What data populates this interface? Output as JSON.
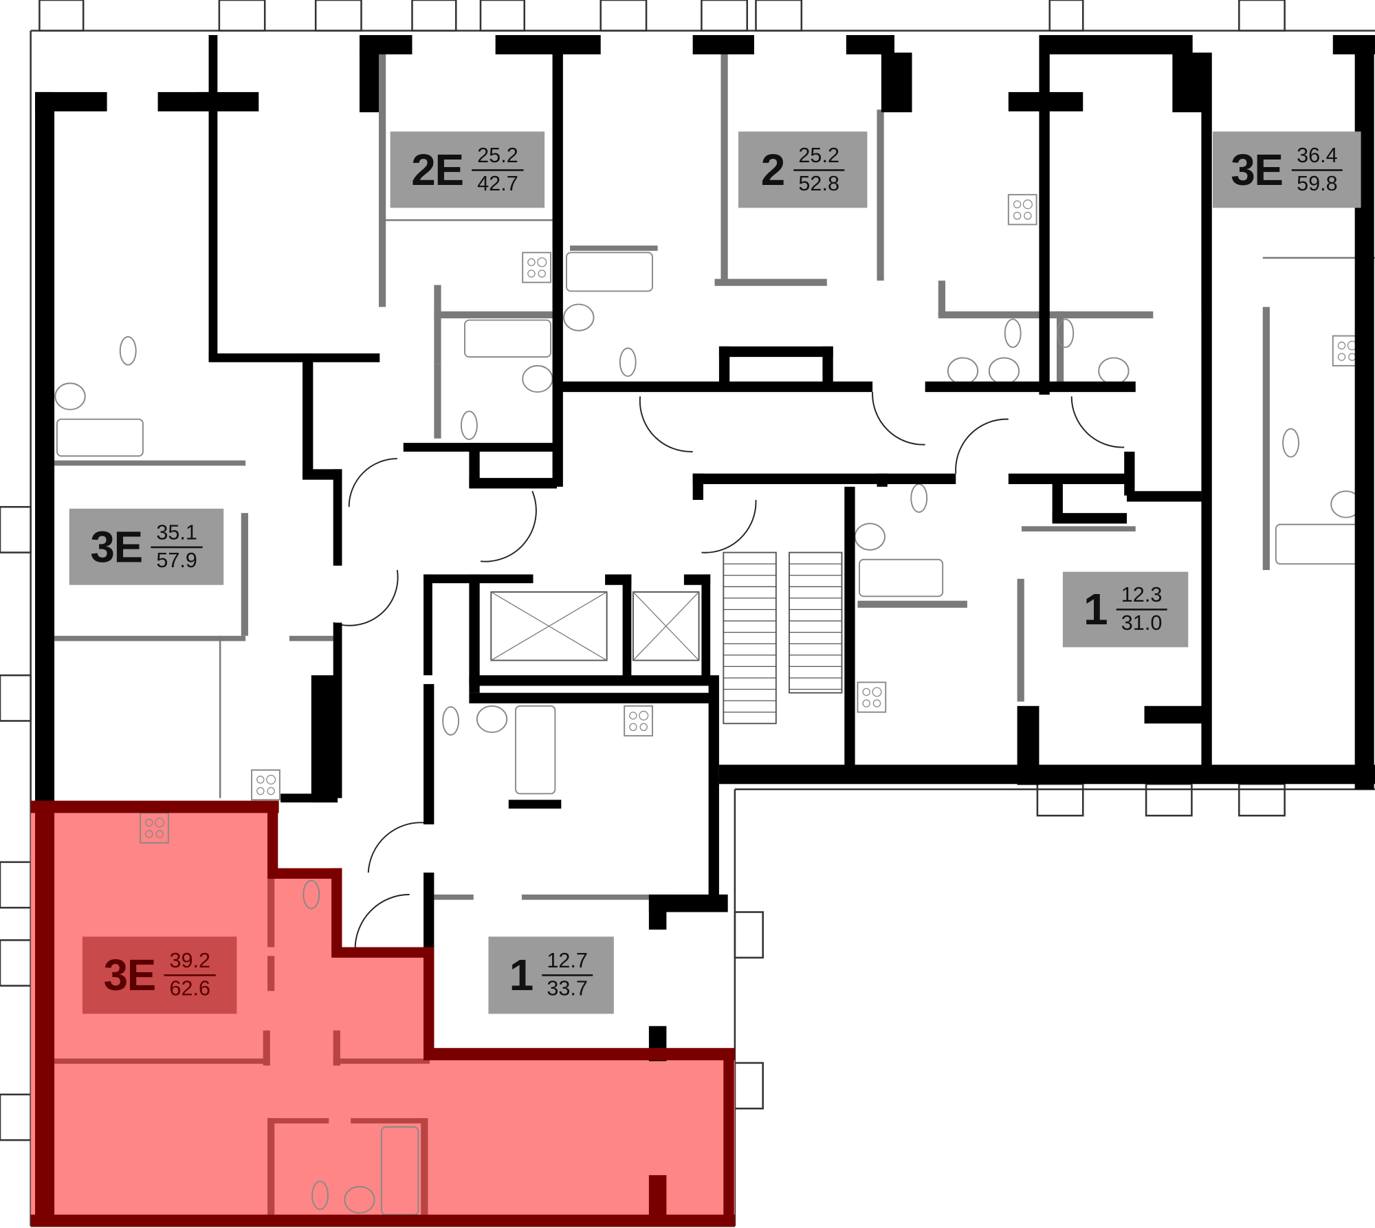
{
  "plan": {
    "colors": {
      "wall": "#000000",
      "partition": "#7a7a7a",
      "label_bg": "#9b9b9b",
      "highlight_fill": "#ff7f7f",
      "highlight_wall": "#7a0000",
      "highlight_label_bg": "#c94a4a"
    },
    "apartments": [
      {
        "type": "2E",
        "living_area": "25.2",
        "total_area": "42.7",
        "highlighted": false
      },
      {
        "type": "2",
        "living_area": "25.2",
        "total_area": "52.8",
        "highlighted": false
      },
      {
        "type": "3E",
        "living_area": "36.4",
        "total_area": "59.8",
        "highlighted": false
      },
      {
        "type": "3E",
        "living_area": "35.1",
        "total_area": "57.9",
        "highlighted": false
      },
      {
        "type": "1",
        "living_area": "12.3",
        "total_area": "31.0",
        "highlighted": false
      },
      {
        "type": "3E",
        "living_area": "39.2",
        "total_area": "62.6",
        "highlighted": true
      },
      {
        "type": "1",
        "living_area": "12.7",
        "total_area": "33.7",
        "highlighted": false
      }
    ]
  }
}
